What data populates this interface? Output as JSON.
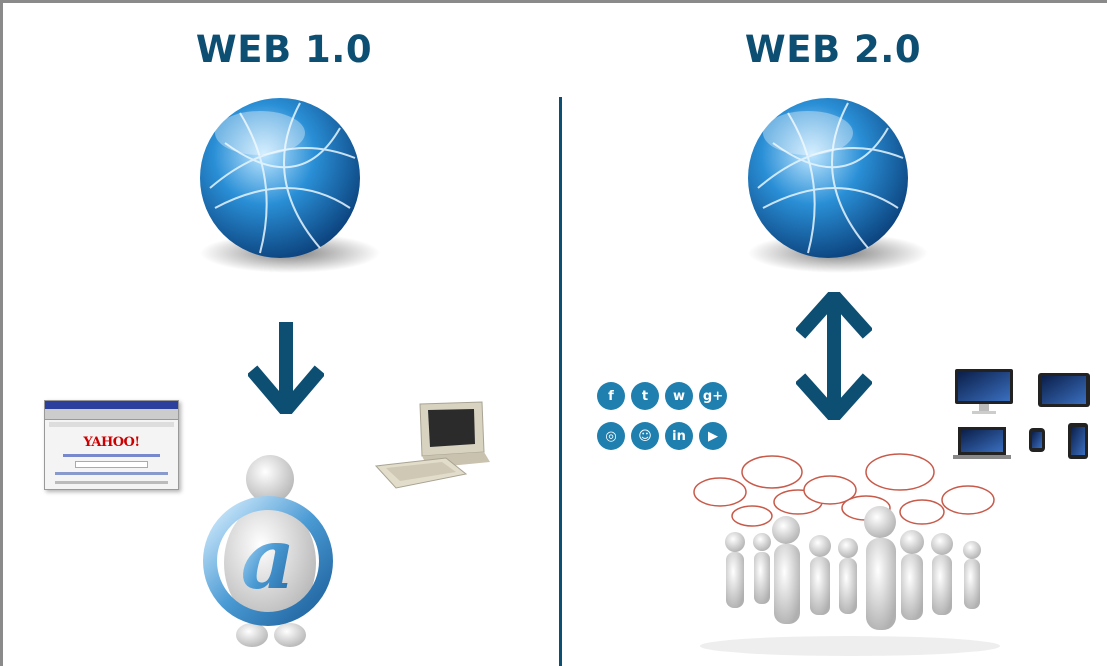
{
  "left": {
    "title": "WEB 1.0"
  },
  "right": {
    "title": "WEB 2.0"
  },
  "colors": {
    "accent": "#0d4f73",
    "social": "#1f7fae",
    "globe": "#2a8fd6"
  },
  "icons": {
    "left_arrow": "arrow-down-icon",
    "right_arrow": "arrow-up-down-icon",
    "social": [
      "facebook-icon",
      "twitter-icon",
      "whatsapp-icon",
      "google-plus-icon",
      "instagram-icon",
      "snapchat-icon",
      "linkedin-icon",
      "youtube-icon"
    ]
  },
  "browser": {
    "logo": "YAHOO!"
  }
}
